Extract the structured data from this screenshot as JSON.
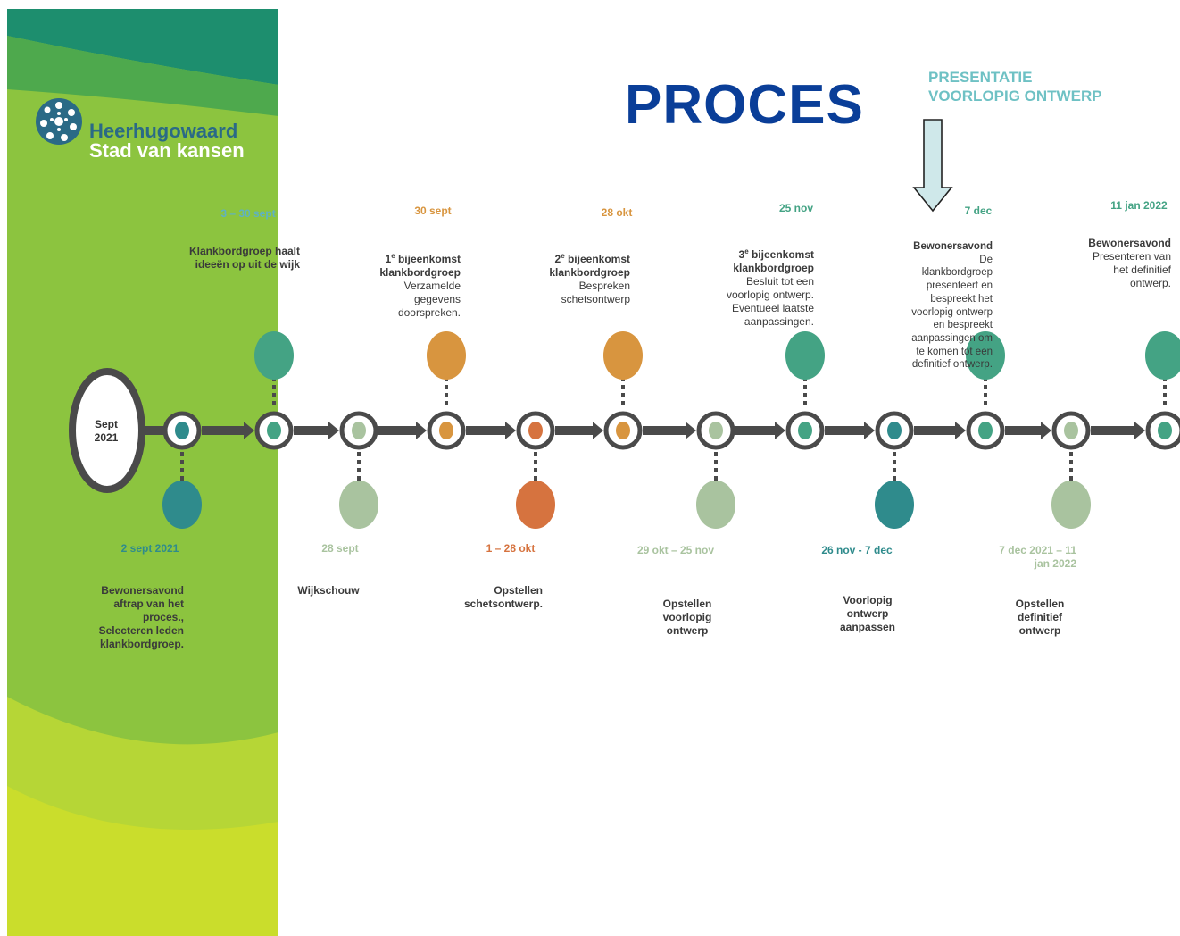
{
  "header": {
    "title": "PROCES",
    "presentation_line1": "PRESENTATIE",
    "presentation_line2": "VOORLOPIG ONTWERP"
  },
  "logo": {
    "line1": "Heerhugowaard",
    "line2": "Stad van kansen"
  },
  "start": {
    "line1": "Sept",
    "line2": "2021"
  },
  "colors": {
    "teal": "#2f8b8c",
    "green_teal": "#44a384",
    "orange": "#d8953f",
    "dark_orange": "#d6733f",
    "sage": "#a9c39f",
    "blue": "#0a3e98",
    "light_teal": "#6ec1c4"
  },
  "nodes": [
    {
      "key": "n1",
      "color": "#2f8b8c"
    },
    {
      "key": "n2",
      "color": "#44a384"
    },
    {
      "key": "n3",
      "color": "#a9c39f"
    },
    {
      "key": "n4",
      "color": "#d8953f"
    },
    {
      "key": "n5",
      "color": "#d6733f"
    },
    {
      "key": "n6",
      "color": "#d8953f"
    },
    {
      "key": "n7",
      "color": "#a9c39f"
    },
    {
      "key": "n8",
      "color": "#44a384"
    },
    {
      "key": "n9",
      "color": "#2f8b8c"
    },
    {
      "key": "n10",
      "color": "#44a384"
    },
    {
      "key": "n11",
      "color": "#a9c39f"
    },
    {
      "key": "n12",
      "color": "#44a384"
    }
  ],
  "top_events": {
    "e1": {
      "date": "3 – 30 sept",
      "title": "Klankbordgroep haalt ideeën op uit de wijk"
    },
    "e2": {
      "date": "30 sept",
      "title_a": "1",
      "sup": "e",
      "title_b": " bijeenkomst",
      "title_c": "klankbordgroep",
      "text": [
        "Verzamelde",
        "gegevens",
        "doorspreken."
      ]
    },
    "e3": {
      "date": "28 okt",
      "title_a": "2",
      "sup": "e",
      "title_b": " bijeenkomst",
      "title_c": "klankbordgroep",
      "text": [
        "Bespreken",
        "schetsontwerp"
      ]
    },
    "e4": {
      "date": "25 nov",
      "title_a": "3",
      "sup": "e",
      "title_b": " bijeenkomst",
      "title_c": "klankbordgroep",
      "text": [
        "Besluit tot een",
        "voorlopig ontwerp.",
        "Eventueel laatste",
        "aanpassingen."
      ]
    },
    "e5": {
      "date": "7 dec",
      "title": "Bewonersavond",
      "text": [
        "De",
        "klankbordgroep",
        "presenteert en",
        "bespreekt het",
        "voorlopig ontwerp",
        "en bespreekt",
        "aanpassingen om",
        "te komen tot een",
        "definitief ontwerp."
      ]
    },
    "e6": {
      "date": "11 jan 2022",
      "title": "Bewonersavond",
      "text": [
        "Presenteren van",
        "het definitief",
        "ontwerp."
      ]
    }
  },
  "bottom_events": {
    "b1": {
      "date": "2 sept 2021",
      "text": [
        "Bewonersavond",
        "aftrap van het",
        "proces.,",
        "Selecteren leden",
        "klankbordgroep."
      ]
    },
    "b2": {
      "date": "28 sept",
      "text": [
        "Wijkschouw"
      ]
    },
    "b3": {
      "date": "1 – 28 okt",
      "text": [
        "Opstellen",
        "schetsontwerp."
      ]
    },
    "b4": {
      "date": "29 okt – 25 nov",
      "text": [
        "Opstellen",
        "voorlopig",
        "ontwerp"
      ]
    },
    "b5": {
      "date": "26 nov - 7 dec",
      "text": [
        "Voorlopig",
        "ontwerp",
        "aanpassen"
      ]
    },
    "b6": {
      "date_l1": "7 dec 2021 – 11",
      "date_l2": "jan 2022",
      "text": [
        "Opstellen",
        "definitief",
        "ontwerp"
      ]
    }
  }
}
